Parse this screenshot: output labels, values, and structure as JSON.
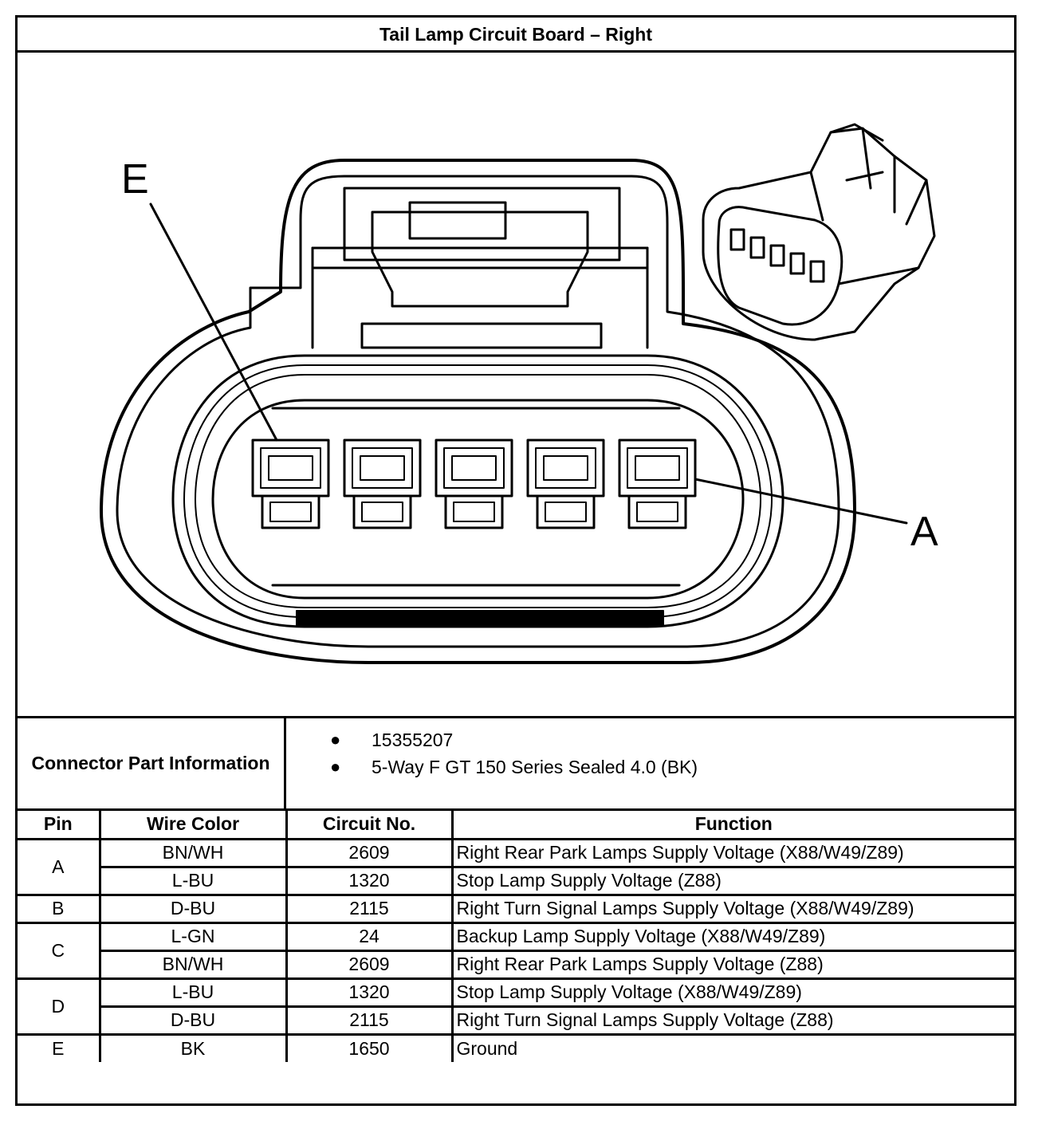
{
  "title": "Tail Lamp Circuit Board – Right",
  "diagram": {
    "label_left": "E",
    "label_right": "A"
  },
  "connector_info": {
    "label": "Connector Part Information",
    "items": [
      "15355207",
      "5-Way F GT 150 Series Sealed 4.0 (BK)"
    ]
  },
  "table": {
    "headers": [
      "Pin",
      "Wire Color",
      "Circuit No.",
      "Function"
    ],
    "pins": [
      {
        "pin": "A",
        "rows": [
          {
            "wire": "BN/WH",
            "circuit": "2609",
            "function": "Right Rear Park Lamps Supply Voltage (X88/W49/Z89)"
          },
          {
            "wire": "L-BU",
            "circuit": "1320",
            "function": "Stop Lamp Supply Voltage (Z88)"
          }
        ]
      },
      {
        "pin": "B",
        "rows": [
          {
            "wire": "D-BU",
            "circuit": "2115",
            "function": "Right Turn Signal Lamps Supply Voltage (X88/W49/Z89)"
          }
        ]
      },
      {
        "pin": "C",
        "rows": [
          {
            "wire": "L-GN",
            "circuit": "24",
            "function": "Backup Lamp Supply Voltage (X88/W49/Z89)"
          },
          {
            "wire": "BN/WH",
            "circuit": "2609",
            "function": "Right Rear Park Lamps Supply Voltage (Z88)"
          }
        ]
      },
      {
        "pin": "D",
        "rows": [
          {
            "wire": "L-BU",
            "circuit": "1320",
            "function": "Stop Lamp Supply Voltage (X88/W49/Z89)"
          },
          {
            "wire": "D-BU",
            "circuit": "2115",
            "function": "Right Turn Signal Lamps Supply Voltage (Z88)"
          }
        ]
      },
      {
        "pin": "E",
        "rows": [
          {
            "wire": "BK",
            "circuit": "1650",
            "function": "Ground"
          }
        ]
      }
    ]
  }
}
